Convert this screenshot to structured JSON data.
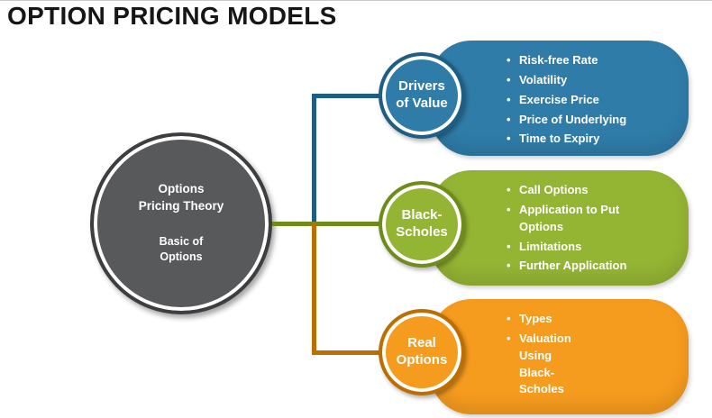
{
  "title": "OPTION PRICING MODELS",
  "center": {
    "title": "Options\nPricing Theory",
    "subtitle": "Basic of\nOptions",
    "fill": "#58595B",
    "border": "#3E3E40"
  },
  "branches": [
    {
      "label": "Drivers\nof Value",
      "color": "#2F7CA8",
      "dark": "#1E5E84",
      "items": [
        "Risk-free Rate",
        "Volatility",
        "Exercise Price",
        "Price of Underlying",
        "Time to Expiry"
      ]
    },
    {
      "label": "Black-\nScholes",
      "color": "#94B434",
      "dark": "#6F8C1B",
      "items": [
        "Call Options",
        "Application to Put\nOptions",
        "Limitations",
        "Further Application"
      ]
    },
    {
      "label": "Real\nOptions",
      "color": "#F59B1E",
      "dark": "#BC6F00",
      "items": [
        "Types",
        "Valuation\nUsing\nBlack-\nScholes"
      ]
    }
  ]
}
